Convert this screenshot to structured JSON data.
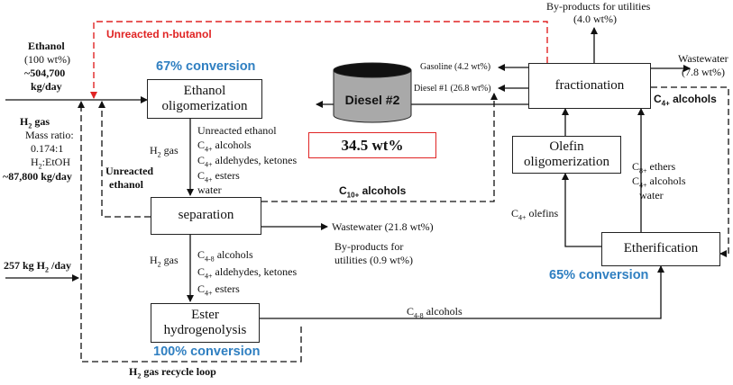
{
  "feeds": {
    "ethanol_title": "Ethanol",
    "ethanol_pct": "(100 wt%)",
    "ethanol_rate": "~504,700",
    "ethanol_unit": "kg/day",
    "h2_title": "H",
    "h2_sub": "2",
    "h2_title_rest": " gas",
    "h2_ratio_label": "Mass ratio:",
    "h2_ratio_value": "0.174:1",
    "h2_ratio_basis_pre": "H",
    "h2_ratio_basis_sub": "2",
    "h2_ratio_basis_post": ":EtOH",
    "h2_rate": "~87,800 kg/day",
    "h2_makeup_pre": "257 kg H",
    "h2_makeup_sub": "2",
    "h2_makeup_post": " /day"
  },
  "units": {
    "ethanol_oligomerization": [
      "Ethanol",
      "oligomerization"
    ],
    "separation": "separation",
    "ester_hydrogenolysis": [
      "Ester",
      "hydrogenolysis"
    ],
    "fractionation": "fractionation",
    "olefin_oligomerization": [
      "Olefin",
      "oligomerization"
    ],
    "etherification": "Etherification"
  },
  "conversions": {
    "ethanol_oligomerization": "67% conversion",
    "ester_hydrogenolysis": "100% conversion",
    "etherification": "65% conversion"
  },
  "recycle": {
    "unreacted_butanol": "Unreacted n-butanol",
    "unreacted_ethanol_l1": "Unreacted",
    "unreacted_ethanol_l2": "ethanol",
    "h2_loop_pre": "H",
    "h2_loop_sub": "2",
    "h2_loop_post": " gas recycle loop"
  },
  "streams": {
    "olig_out": {
      "h2_pre": "H",
      "h2_sub": "2",
      "h2_post": " gas",
      "l1": "Unreacted ethanol",
      "l2_pre": "C",
      "l2_sub": "4+",
      "l2_post": " alcohols",
      "l3_pre": "C",
      "l3_sub": "4+",
      "l3_post": " aldehydes, ketones",
      "l4_pre": "C",
      "l4_sub": "4+",
      "l4_post": " esters",
      "l5": "water"
    },
    "sep_out": {
      "h2_pre": "H",
      "h2_sub": "2",
      "h2_post": " gas",
      "l1_pre": "C",
      "l1_sub": "4-8",
      "l1_post": " alcohols",
      "l2_pre": "C",
      "l2_sub": "4+",
      "l2_post": " aldehydes, ketones",
      "l3_pre": "C",
      "l3_sub": "4+",
      "l3_post": " esters"
    },
    "c10_pre": "C",
    "c10_sub": "10+",
    "c10_post": " alcohols",
    "sep_wastewater": "Wastewater (21.8 wt%)",
    "sep_byprod_l1": "By-products for",
    "sep_byprod_l2": "utilities (0.9 wt%)",
    "c48_pre": "C",
    "c48_sub": "4-8",
    "c48_post": " alcohols",
    "c4_olefins_pre": "C",
    "c4_olefins_sub": "4+",
    "c4_olefins_post": " olefins",
    "ether_l1_pre": "C",
    "ether_l1_sub": "8+",
    "ether_l1_post": " ethers",
    "ether_l2_pre": "C",
    "ether_l2_sub": "4+",
    "ether_l2_post": " alcohols",
    "ether_l3": "water",
    "c4_alc_pre": "C",
    "c4_alc_sub": "4+",
    "c4_alc_post": " alcohols",
    "top_byprod_l1": "By-products for utilities",
    "top_byprod_l2": "(4.0 wt%)",
    "top_wastewater_l1": "Wastewater",
    "top_wastewater_l2": "(7.8 wt%)",
    "gasoline": "Gasoline (4.2 wt%)",
    "diesel1": "Diesel #1 (26.8 wt%)"
  },
  "product": {
    "diesel_label": "Diesel #2",
    "diesel_pct": "34.5 wt%"
  },
  "colors": {
    "recycle_red": "#e02424",
    "conversion_blue": "#2f7fc1",
    "tank_gray": "#a9a9a9"
  }
}
